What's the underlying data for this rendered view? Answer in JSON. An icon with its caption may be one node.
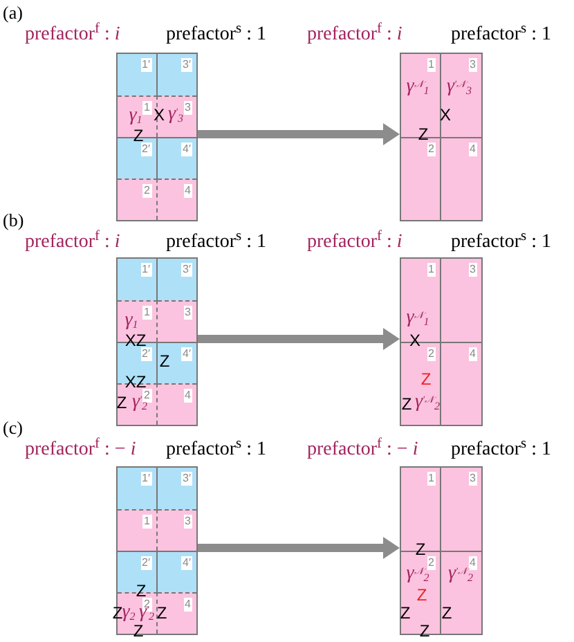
{
  "diagram": {
    "nodes": [
      {
        "text": [],
        "shape": "box"
      },
      {
        "text": [
          "1′"
        ],
        "in": 0
      },
      {
        "text": [
          "3′"
        ],
        "in": 0
      },
      {
        "text": [
          "1"
        ],
        "in": 0
      },
      {
        "text": [
          "3"
        ],
        "in": 0
      },
      {
        "text": [
          "2′"
        ],
        "in": 0
      },
      {
        "text": [
          "4′"
        ],
        "in": 0
      },
      {
        "text": [
          "2"
        ],
        "in": 0
      },
      {
        "text": [
          "4"
        ],
        "in": 0
      },
      {
        "text": [],
        "shape": "box"
      },
      {
        "text": [
          "1"
        ],
        "in": 9
      },
      {
        "text": [
          "3"
        ],
        "in": 9
      },
      {
        "text": [
          "2"
        ],
        "in": 9
      },
      {
        "text": [
          "4"
        ],
        "in": 9
      },
      {
        "text": [],
        "shape": "box"
      },
      {
        "text": [
          "1′"
        ],
        "in": 14
      },
      {
        "text": [
          "3′"
        ],
        "in": 14
      },
      {
        "text": [
          "1"
        ],
        "in": 14
      },
      {
        "text": [
          "3"
        ],
        "in": 14
      },
      {
        "text": [
          "2′"
        ],
        "in": 14
      },
      {
        "text": [
          "4′"
        ],
        "in": 14
      },
      {
        "text": [
          "2"
        ],
        "in": 14
      },
      {
        "text": [
          "4"
        ],
        "in": 14
      },
      {
        "text": [],
        "shape": "box"
      },
      {
        "text": [
          "1"
        ],
        "in": 23
      },
      {
        "text": [
          "3"
        ],
        "in": 23
      },
      {
        "text": [
          "2"
        ],
        "in": 23
      },
      {
        "text": [
          "4"
        ],
        "in": 23
      },
      {
        "text": [],
        "shape": "box"
      },
      {
        "text": [
          "1′"
        ],
        "in": 28
      },
      {
        "text": [
          "3′"
        ],
        "in": 28
      },
      {
        "text": [
          "1"
        ],
        "in": 28
      },
      {
        "text": [
          "3"
        ],
        "in": 28
      },
      {
        "text": [
          "2′"
        ],
        "in": 28
      },
      {
        "text": [
          "4′"
        ],
        "in": 28
      },
      {
        "text": [
          "2"
        ],
        "in": 28
      },
      {
        "text": [
          "4"
        ],
        "in": 28
      },
      {
        "text": [],
        "shape": "box"
      },
      {
        "text": [
          "1"
        ],
        "in": 37
      },
      {
        "text": [
          "3"
        ],
        "in": 37
      },
      {
        "text": [
          "2"
        ],
        "in": 37
      },
      {
        "text": [
          "4"
        ],
        "in": 37
      }
    ],
    "edges": [
      {
        "from": 0,
        "to": 9,
        "arrow": "to"
      },
      {
        "from": 14,
        "to": 23,
        "arrow": "to"
      },
      {
        "from": 28,
        "to": 37,
        "arrow": "to"
      }
    ],
    "labels": [
      "(a)",
      "prefactor$^{f}$ : *i*",
      "prefactor$^{s}$ : 1",
      "prefactor$^{f}$ : *i*",
      "prefactor$^{s}$ : 1",
      "γ$_{1}$",
      "X",
      "γ$^{′}$$_{3}$",
      "Z",
      "γ$^{𝒩}$$_{1}$",
      "γ$^{′𝒩}$$_{3}$",
      "X",
      "Z",
      "(b)",
      "prefactor$^{f}$ : *i*",
      "prefactor$^{s}$ : 1",
      "prefactor$^{f}$ : *i*",
      "prefactor$^{s}$ : 1",
      "γ$_{1}$",
      "XZ",
      "Z",
      "XZ",
      "Z",
      "γ$^{′}$$_{2}$",
      "γ$^{𝒩}$$_{1}$",
      "X",
      "Z",
      "Z",
      "γ$^{′𝒩}$$_{2}$",
      "(c)",
      "prefactor$^{f}$ : − *i*",
      "prefactor$^{s}$ : 1",
      "prefactor$^{f}$ : − *i*",
      "prefactor$^{s}$ : 1",
      "Z",
      "Z",
      "γ$_{2}$",
      "γ$^{′}$$_{2}$",
      "Z",
      "Z",
      "Z",
      "γ$^{𝒩}$$_{2}$",
      "γ$^{′𝒩}$$_{2}$",
      "Z",
      "Z",
      "Z",
      "Z"
    ]
  }
}
